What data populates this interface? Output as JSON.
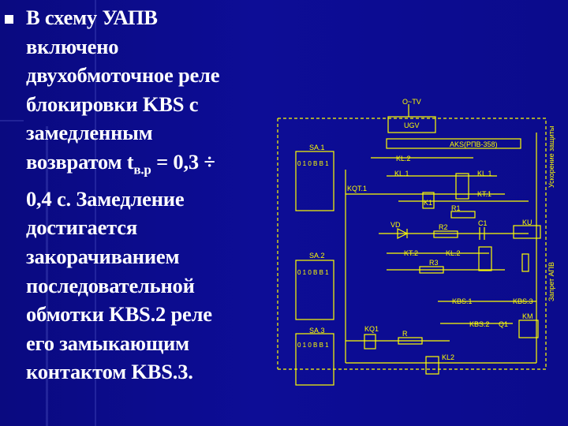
{
  "slide": {
    "bullet_icon": "square-bullet-icon",
    "text_lines": [
      "В схему УАПВ",
      "включено",
      "двухобмоточное реле",
      "блокировки KBS с",
      "замедленным",
      "возвратом t",
      "0,4 с. Замедление",
      "достигается",
      "закорачиванием",
      "последовательной",
      "обмотки KBS.2 реле",
      "его замыкающим",
      "контактом KBS.3."
    ],
    "formula_sub": "в.р",
    "formula_rest": " = 0,3 ÷",
    "text_color": "#ffffff",
    "background_color": "#0b0b8a"
  },
  "diagram": {
    "color": "#ffff00",
    "labels": {
      "supply": "O~TV",
      "ugv": "UGV",
      "aks": "AKS(РПВ-358)",
      "sa1": "SA.1",
      "sa2": "SA.2",
      "sa3": "SA.3",
      "switch_positions": "0 1 0  В В 1",
      "kl2a": "KL.2",
      "kl1a": "KL.1",
      "kl1b": "KL.1",
      "kt1": "KT.1",
      "kqt1": "KQT.1",
      "k1": "K1",
      "r1": "R1",
      "vd": "VD",
      "r2": "R2",
      "c1": "C1",
      "kt2": "KT.2",
      "kl2b": "KL.2",
      "r3": "R3",
      "kbs1": "KBS.1",
      "kbs3": "KBS.3",
      "kbs2": "KBS.2",
      "q1": "Q1",
      "km": "KM",
      "kq1": "KQ1",
      "r": "R",
      "kl2c": "KL2",
      "ku": "KU",
      "side_top": "Ускорение защиты",
      "side_bottom": "Запрет АПВ"
    }
  }
}
